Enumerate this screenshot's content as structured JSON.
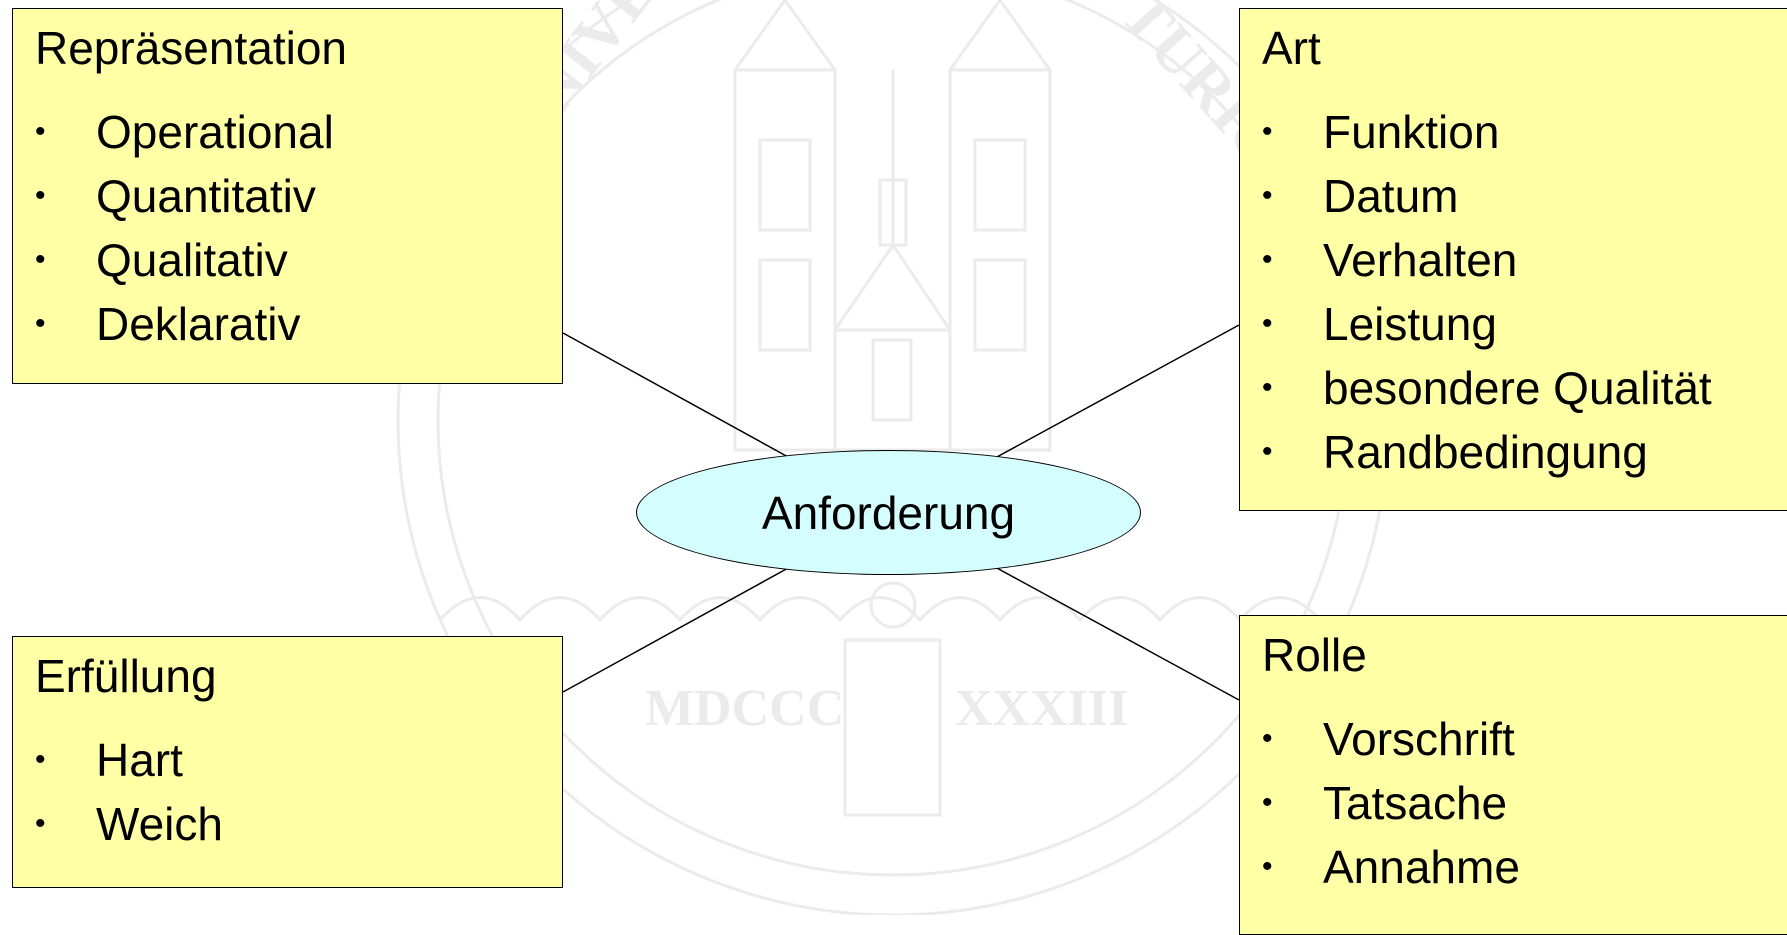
{
  "watermark": {
    "ring_text_left": "UNIVERSITAS",
    "ring_text_right": "TURICENSIS",
    "year_left": "MDCCC",
    "year_right": "XXXIII"
  },
  "center": {
    "label": "Anforderung"
  },
  "boxes": {
    "repraesentation": {
      "title": "Repräsentation",
      "items": [
        "Operational",
        "Quantitativ",
        "Qualitativ",
        "Deklarativ"
      ]
    },
    "art": {
      "title": "Art",
      "items": [
        "Funktion",
        "Datum",
        "Verhalten",
        "Leistung",
        "besondere Qualität",
        "Randbedingung"
      ]
    },
    "erfuellung": {
      "title": "Erfüllung",
      "items": [
        "Hart",
        "Weich"
      ]
    },
    "rolle": {
      "title": "Rolle",
      "items": [
        "Vorschrift",
        "Tatsache",
        "Annahme"
      ]
    }
  },
  "bullet_char": "•",
  "colors": {
    "box_fill": "#ffffa6",
    "center_fill": "#d4fdfd",
    "watermark": "#ececec"
  }
}
